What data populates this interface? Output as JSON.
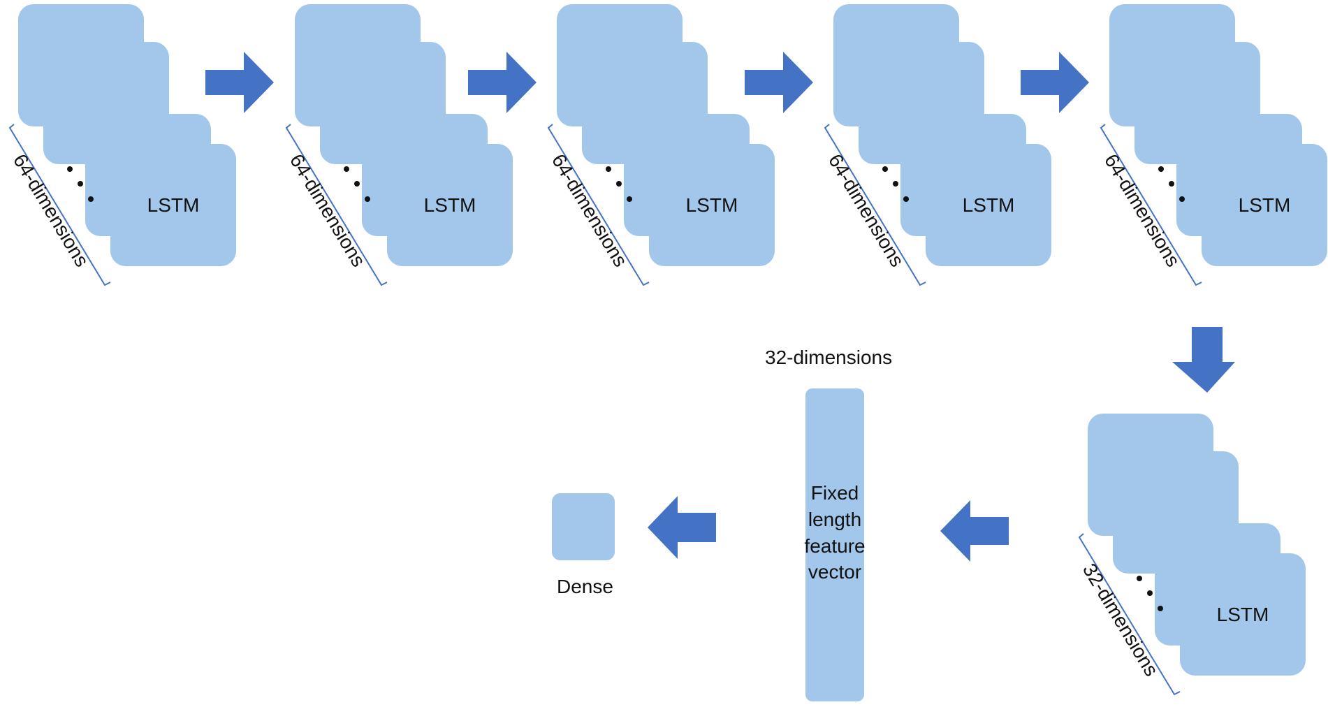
{
  "stacks": [
    {
      "lstm": "LSTM",
      "dims": "64-dimensions"
    },
    {
      "lstm": "LSTM",
      "dims": "64-dimensions"
    },
    {
      "lstm": "LSTM",
      "dims": "64-dimensions"
    },
    {
      "lstm": "LSTM",
      "dims": "64-dimensions"
    },
    {
      "lstm": "LSTM",
      "dims": "64-dimensions"
    },
    {
      "lstm": "LSTM",
      "dims": "32-dimensions"
    }
  ],
  "feature_vector": {
    "label": "32-dimensions",
    "text": "Fixed\nlength\nfeature\nvector"
  },
  "dense": {
    "label": "Dense"
  },
  "colors": {
    "card": "#a2c7eb",
    "arrow": "#4472c4",
    "bracket": "#4472c4"
  }
}
